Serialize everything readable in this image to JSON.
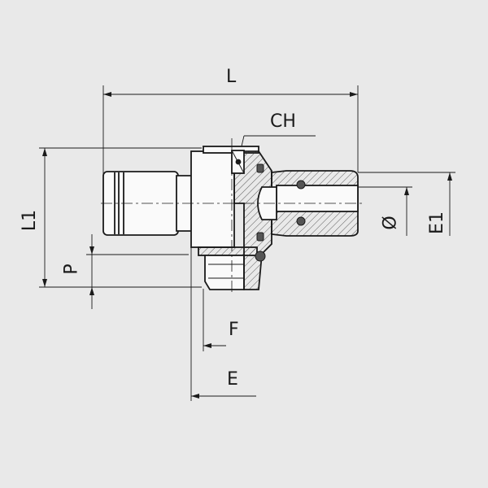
{
  "drawing": {
    "dimensions": {
      "L": "L",
      "CH": "CH",
      "L1": "L1",
      "P": "P",
      "F": "F",
      "E": "E",
      "diameter": "Ø",
      "E1": "E1"
    },
    "colors": {
      "background": "#e9e9e9",
      "line": "#1a1a1a",
      "seal": "#555555"
    }
  }
}
